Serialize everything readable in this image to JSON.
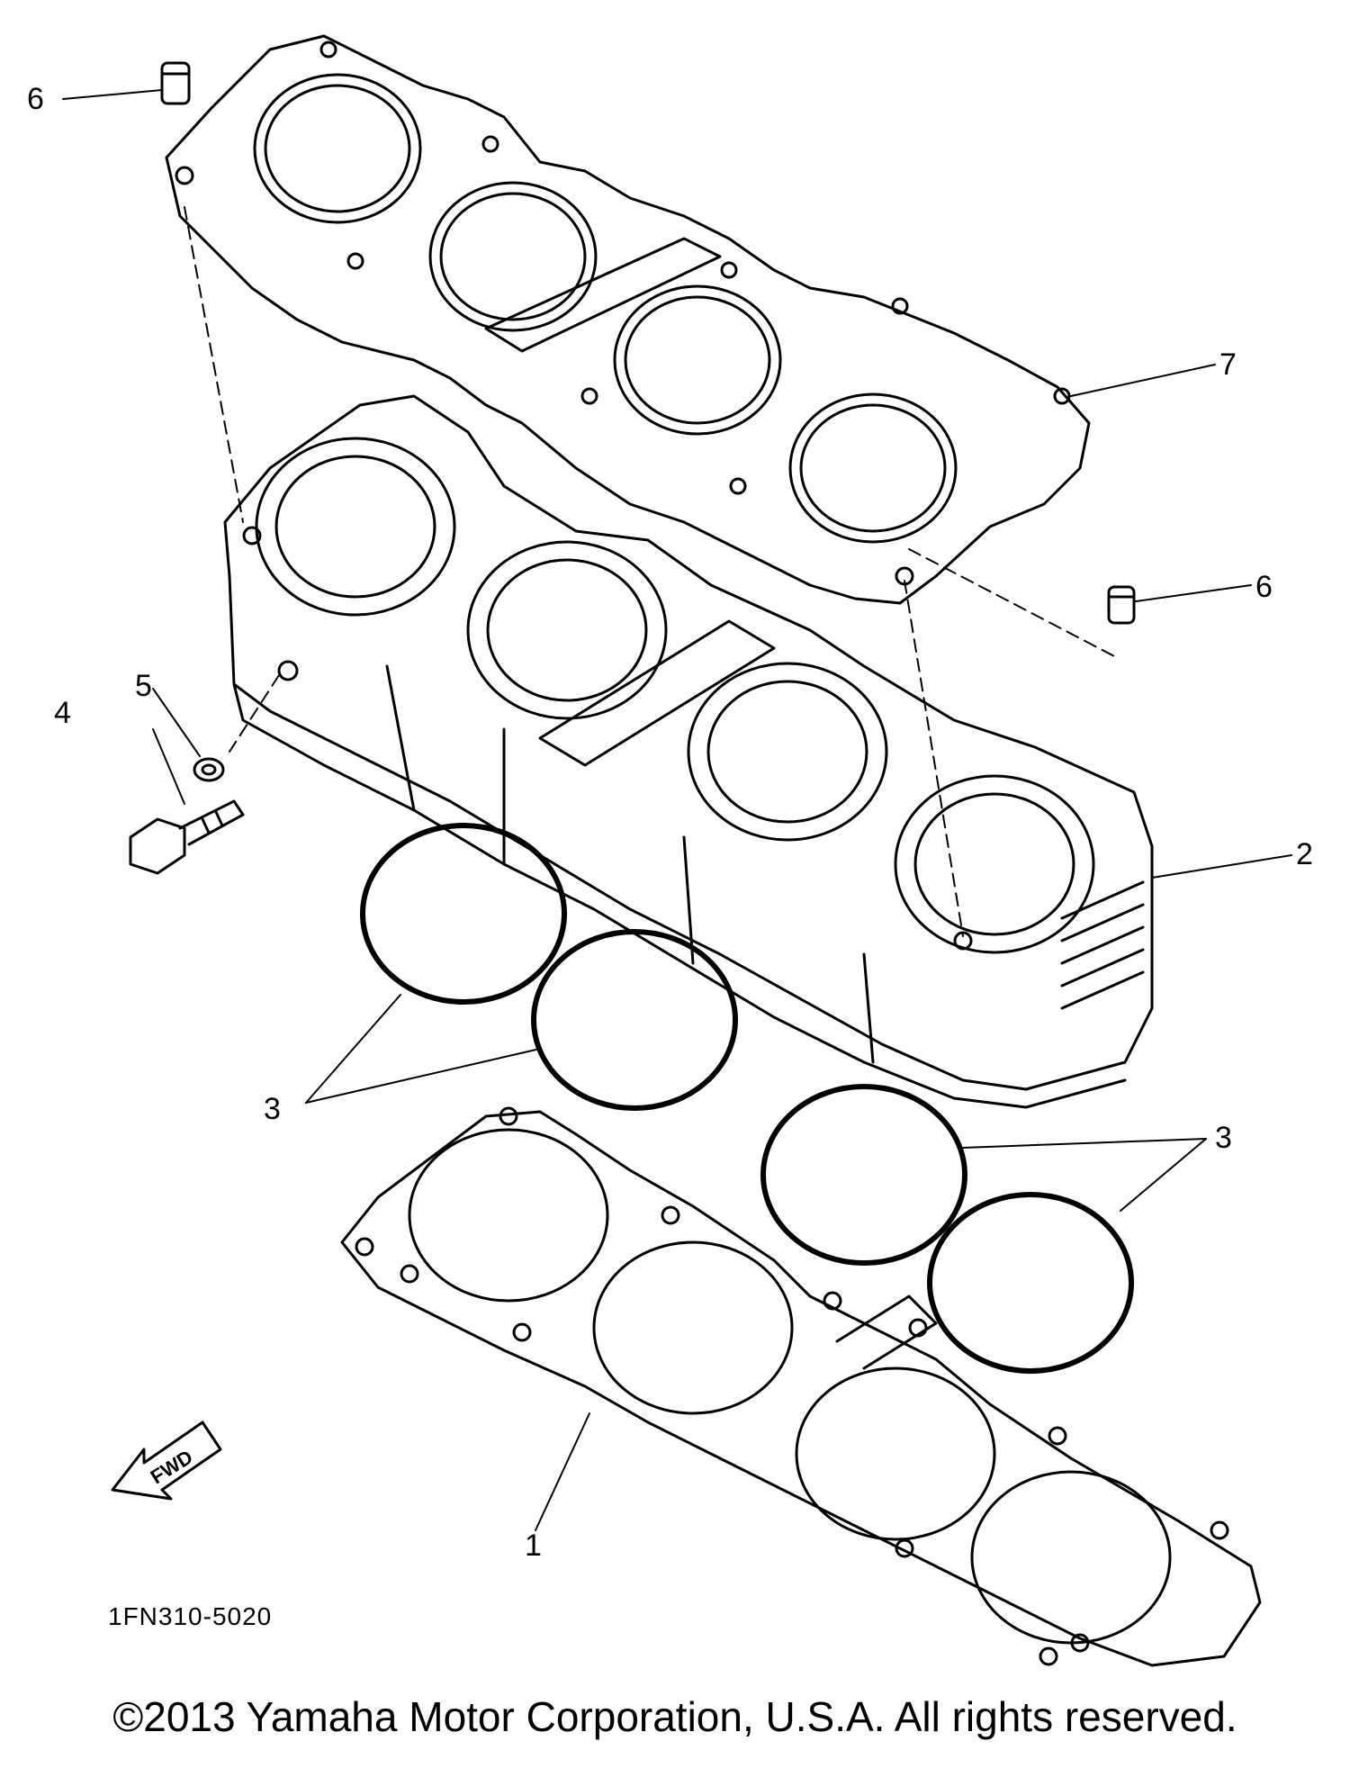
{
  "diagram": {
    "callouts": {
      "c1": "1",
      "c2": "2",
      "c3a": "3",
      "c3b": "3",
      "c4": "4",
      "c5": "5",
      "c6a": "6",
      "c6b": "6",
      "c7": "7"
    },
    "fwd_label": "FWD",
    "part_code": "1FN310-5020",
    "copyright": "©2013 Yamaha Motor Corporation, U.S.A. All rights reserved."
  },
  "colors": {
    "line": "#000000",
    "background": "#ffffff"
  }
}
